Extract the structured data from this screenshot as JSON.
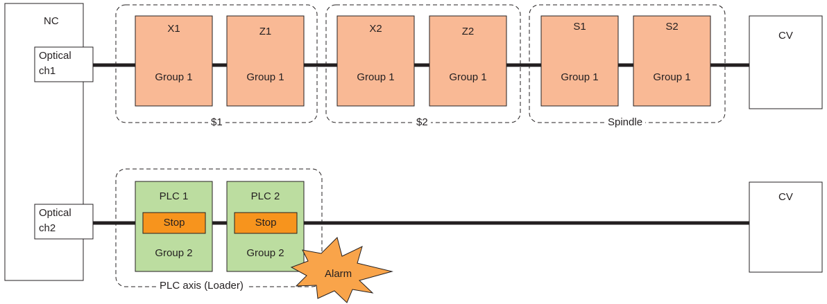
{
  "nc": {
    "title": "NC"
  },
  "optical_ch1": {
    "line1": "Optical",
    "line2": "ch1"
  },
  "optical_ch2": {
    "line1": "Optical",
    "line2": "ch2"
  },
  "line1_axes": [
    {
      "name": "X1",
      "group": "Group 1"
    },
    {
      "name": "Z1",
      "group": "Group 1"
    },
    {
      "name": "X2",
      "group": "Group 1"
    },
    {
      "name": "Z2",
      "group": "Group 1"
    },
    {
      "name": "S1",
      "group": "Group 1"
    },
    {
      "name": "S2",
      "group": "Group 1"
    }
  ],
  "line1_group_labels": [
    "$1",
    "$2",
    "Spindle"
  ],
  "line2_axes": [
    {
      "name": "PLC 1",
      "status": "Stop",
      "group": "Group 2"
    },
    {
      "name": "PLC 2",
      "status": "Stop",
      "group": "Group 2"
    }
  ],
  "line2_group_label": "PLC axis (Loader)",
  "cv_labels": [
    "CV",
    "CV"
  ],
  "alarm": {
    "label": "Alarm"
  },
  "colors": {
    "group1_fill": "#f9b995",
    "group2_fill": "#bcdda0",
    "stop_fill": "#f7941d",
    "alarm_fill": "#f9a44a",
    "line": "#231f20"
  }
}
